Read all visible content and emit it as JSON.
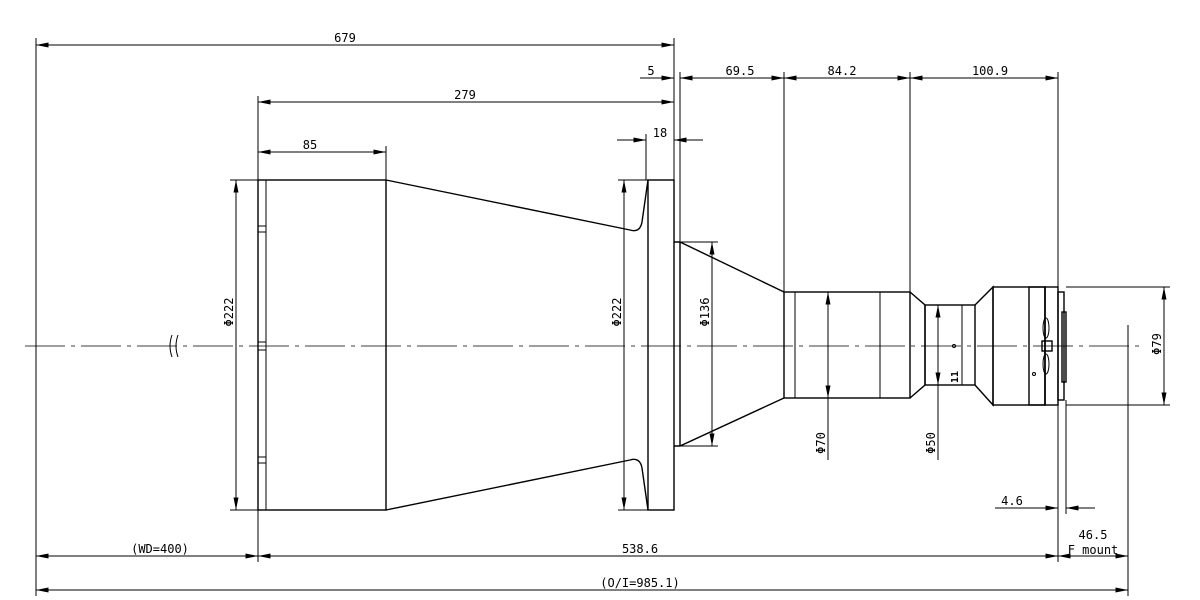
{
  "drawing": {
    "dimensions": {
      "overall_679": "679",
      "to_flange_279": "279",
      "hood_85": "85",
      "gap_5": "5",
      "cone_69_5": "69.5",
      "barrel_84_2": "84.2",
      "rear_100_9": "100.9",
      "flange_18": "18",
      "dia_222_hood": "Φ222",
      "dia_222_flange": "Φ222",
      "dia_136": "Φ136",
      "dia_70": "Φ70",
      "dia_50": "Φ50",
      "dia_79": "Φ79",
      "mount_4_6": "4.6",
      "working_distance": "(WD=400)",
      "length_538_6": "538.6",
      "flange_back_46_5": "46.5",
      "mount_type": "F mount",
      "object_to_image": "(O/I=985.1)"
    },
    "lens_markings": {
      "ring_mark": "11"
    }
  }
}
